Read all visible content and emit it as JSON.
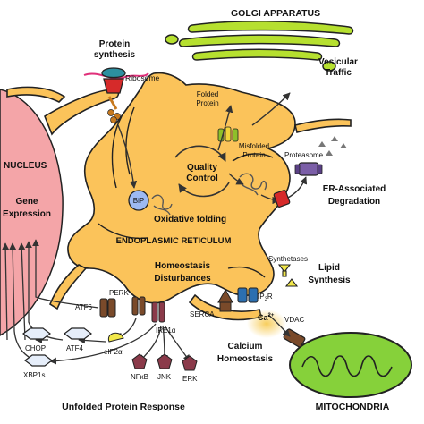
{
  "labels": {
    "golgi": "GOLGI APPARATUS",
    "vesicular_traffic_line1": "Vesicular",
    "vesicular_traffic_line2": "Traffic",
    "protein_synthesis_line1": "Protein",
    "protein_synthesis_line2": "synthesis",
    "ribosome": "Ribosome",
    "folded_protein_line1": "Folded",
    "folded_protein_line2": "Protein",
    "misfolded_protein_line1": "Misfolded",
    "misfolded_protein_line2": "Protein",
    "proteasome": "Proteasome",
    "nucleus": "NUCLEUS",
    "gene_expression_line1": "Gene",
    "gene_expression_line2": "Expression",
    "quality_control_line1": "Quality",
    "quality_control_line2": "Control",
    "bip": "BiP",
    "oxidative_folding": "Oxidative folding",
    "erad_line1": "ER-Associated",
    "erad_line2": "Degradation",
    "er": "ENDOPLASMIC RETICULUM",
    "synthetases": "Synthetases",
    "lipid_synthesis_line1": "Lipid",
    "lipid_synthesis_line2": "Synthesis",
    "homeostasis_line1": "Homeostasis",
    "homeostasis_line2": "Disturbances",
    "atf6": "ATF6",
    "perk": "PERK",
    "ip3r_main": "IP",
    "ip3r_sub": "3",
    "ip3r_end": "R",
    "serca": "SERCA",
    "ca_main": "Ca",
    "ca_sup": "2+",
    "ire1": "IRE1α",
    "vdac": "VDAC",
    "chop": "CHOP",
    "atf4": "ATF4",
    "eif2a": "eIF2α",
    "calcium_line1": "Calcium",
    "calcium_line2": "Homeostasis",
    "xbp1s": "XBP1s",
    "nfkb": "NFκB",
    "jnk": "JNK",
    "erk": "ERK",
    "upr": "Unfolded Protein Response",
    "mitochondria": "MITOCHONDRIA"
  },
  "colors": {
    "er_fill": "#FBC35A",
    "nucleus_fill": "#F4A5A8",
    "golgi_fill": "#B6E02F",
    "mito_fill": "#86D13A",
    "bip_fill": "#9DB9F2",
    "ribosome_fill": "#2C8FA0",
    "proteasome_fill": "#7B5EA7",
    "channel_fill": "#7A4A2A",
    "kinase_fill": "#8B3A4A",
    "hexagon_fill": "#E6EEFA",
    "eif2a_fill": "#F2E84A",
    "erad_fill": "#D62A2A"
  }
}
